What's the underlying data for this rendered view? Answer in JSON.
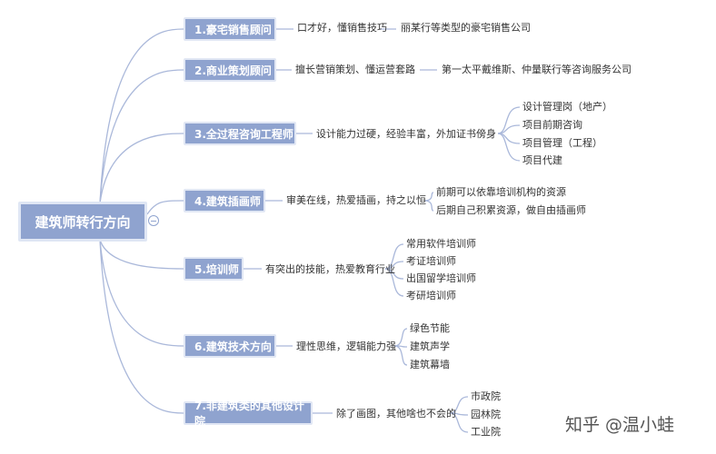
{
  "root": {
    "label": "建筑师转行方向"
  },
  "branches": [
    {
      "label": "1.豪宅销售顾问",
      "desc": "口才好，懂销售技巧",
      "items": [
        "丽某行等类型的豪宅销售公司"
      ]
    },
    {
      "label": "2.商业策划顾问",
      "desc": "擅长营销策划、懂运营套路",
      "items": [
        "第一太平戴维斯、仲量联行等咨询服务公司"
      ]
    },
    {
      "label": "3.全过程咨询工程师",
      "desc": "设计能力过硬，经验丰富，外加证书傍身",
      "items": [
        "设计管理岗（地产）",
        "项目前期咨询",
        "项目管理（工程）",
        "项目代建"
      ]
    },
    {
      "label": "4.建筑插画师",
      "desc": "审美在线，热爱插画，持之以恒",
      "items": [
        "前期可以依靠培训机构的资源",
        "后期自己积累资源，做自由插画师"
      ]
    },
    {
      "label": "5.培训师",
      "desc": "有突出的技能，热爱教育行业",
      "items": [
        "常用软件培训师",
        "考证培训师",
        "出国留学培训师",
        "考研培训师"
      ]
    },
    {
      "label": "6.建筑技术方向",
      "desc": "理性思维，逻辑能力强",
      "items": [
        "绿色节能",
        "建筑声学",
        "建筑幕墙"
      ]
    },
    {
      "label": "7.非建筑类的其他设计院",
      "desc": "除了画图，其他啥也不会的",
      "items": [
        "市政院",
        "园林院",
        "工业院"
      ]
    }
  ],
  "watermark": "知乎 @温小蛙",
  "colors": {
    "node_fill": "#8fa3cf",
    "node_border": "#dfe6f4",
    "line": "#aab8da",
    "text": "#333333"
  }
}
